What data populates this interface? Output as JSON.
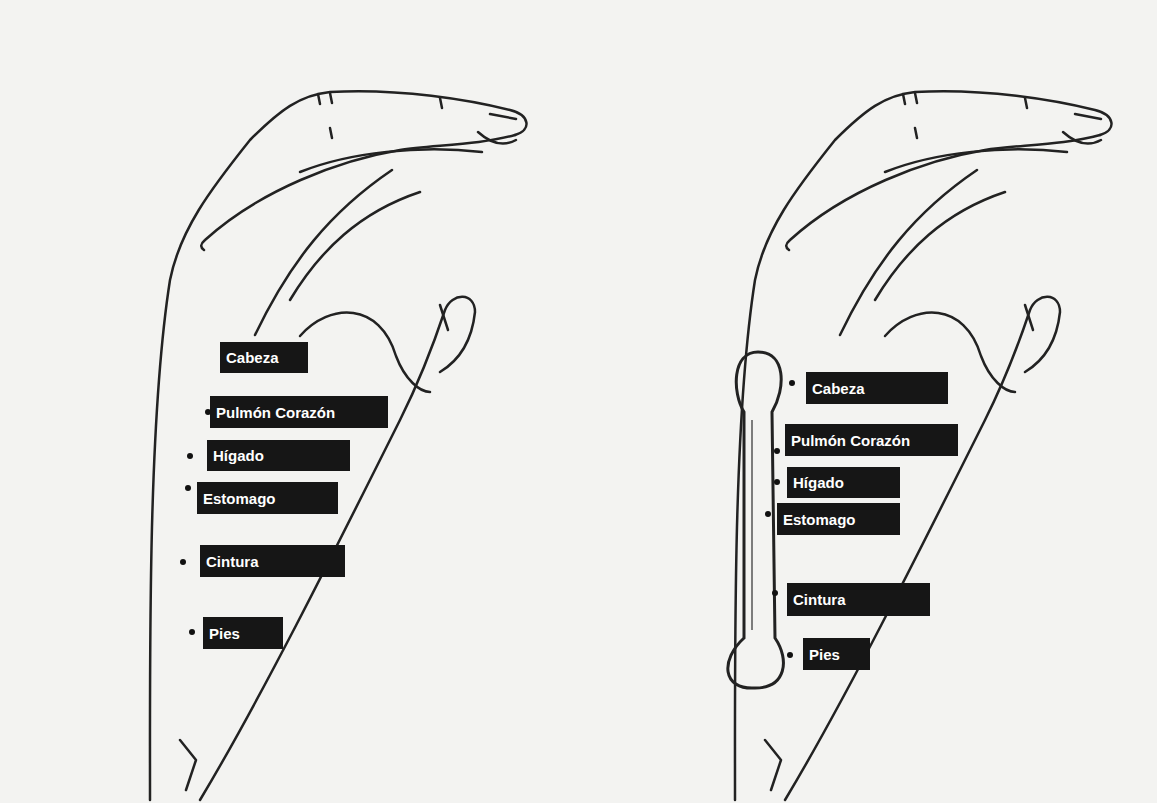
{
  "diagram": {
    "nodes": [
      {
        "text": [
          "Cabeza"
        ]
      },
      {
        "text": [
          "Pulmón Corazón"
        ]
      },
      {
        "text": [
          "Hígado"
        ]
      },
      {
        "text": [
          "Estomago"
        ]
      },
      {
        "text": [
          "Cintura"
        ]
      },
      {
        "text": [
          "Pies"
        ]
      },
      {
        "text": [
          "Cabeza"
        ]
      },
      {
        "text": [
          "Pulmón Corazón"
        ]
      },
      {
        "text": [
          "Hígado"
        ]
      },
      {
        "text": [
          "Estomago"
        ]
      },
      {
        "text": [
          "Cintura"
        ]
      },
      {
        "text": [
          "Pies"
        ]
      }
    ]
  }
}
